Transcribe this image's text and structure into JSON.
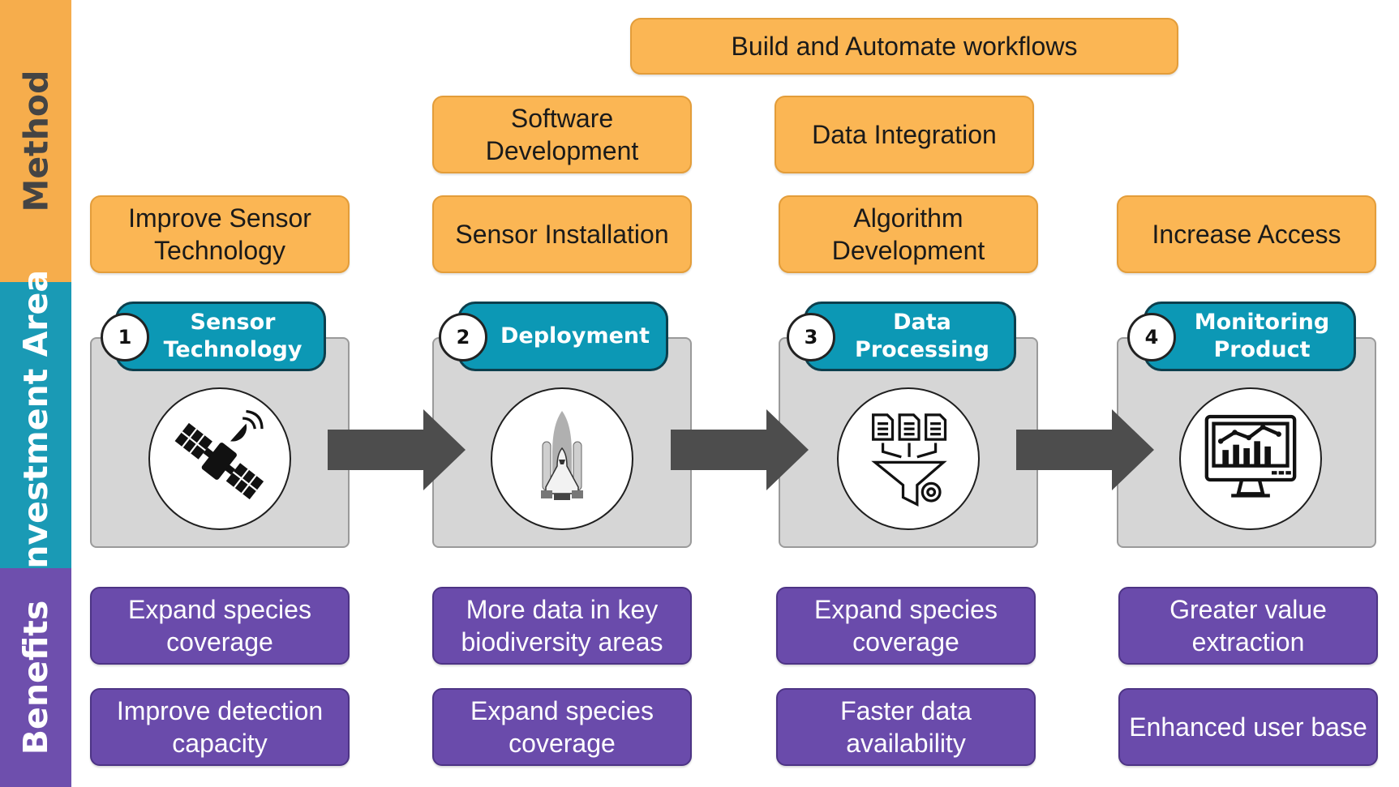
{
  "bands": {
    "method": "Method",
    "investment": "Investment Area",
    "benefits": "Benefits"
  },
  "method": {
    "build_automate": "Build and Automate workflows",
    "software_development": "Software Development",
    "data_integration": "Data Integration",
    "improve_sensor": "Improve Sensor Technology",
    "sensor_installation": "Sensor Installation",
    "algorithm_development": "Algorithm Development",
    "increase_access": "Increase Access"
  },
  "stages": [
    {
      "number": "1",
      "title": "Sensor Technology",
      "icon": "satellite-icon"
    },
    {
      "number": "2",
      "title": "Deployment",
      "icon": "space-shuttle-icon"
    },
    {
      "number": "3",
      "title": "Data Processing",
      "icon": "data-funnel-icon"
    },
    {
      "number": "4",
      "title": "Monitoring Product",
      "icon": "monitor-chart-icon"
    }
  ],
  "benefits": [
    {
      "top": "Expand species coverage",
      "bottom": "Improve detection capacity"
    },
    {
      "top": "More data in key biodiversity areas",
      "bottom": "Expand species coverage"
    },
    {
      "top": "Expand species coverage",
      "bottom": "Faster data availability"
    },
    {
      "top": "Greater value extraction",
      "bottom": "Enhanced user base"
    }
  ],
  "colors": {
    "method": "#fbb654",
    "investment": "#0c98b5",
    "benefits": "#6a4bab",
    "arrow": "#4d4d4d"
  }
}
